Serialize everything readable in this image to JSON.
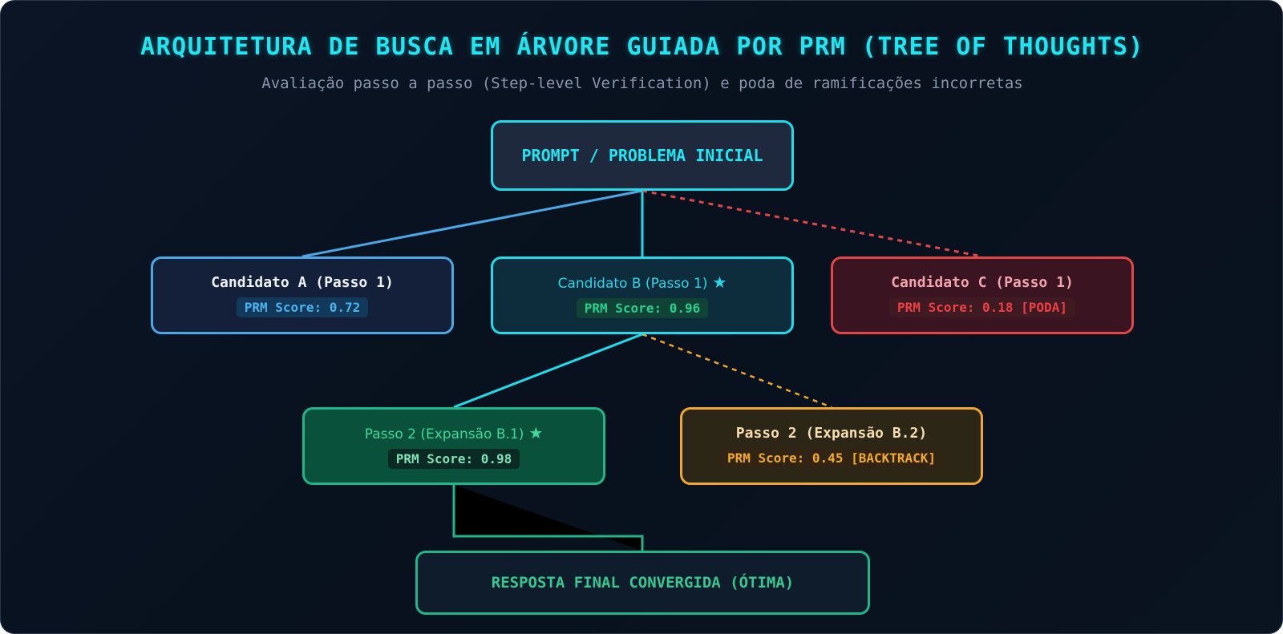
{
  "header": {
    "title": "ARQUITETURA DE BUSCA EM ÁRVORE GUIADA POR PRM (TREE OF THOUGHTS)",
    "subtitle": "Avaliação passo a passo (Step-level Verification) e poda de ramificações incorretas"
  },
  "nodes": {
    "root": {
      "label": "PROMPT / PROBLEMA INICIAL"
    },
    "candidate_a": {
      "label": "Candidato A (Passo 1)",
      "score": "PRM Score: 0.72"
    },
    "candidate_b": {
      "label": "Candidato B (Passo 1)",
      "star": "★",
      "score": "PRM Score: 0.96"
    },
    "candidate_c": {
      "label": "Candidato C (Passo 1)",
      "score": "PRM Score: 0.18 [PODA]"
    },
    "step2_b1": {
      "label": "Passo 2 (Expansão B.1)",
      "star": "★",
      "score": "PRM Score: 0.98"
    },
    "step2_b2": {
      "label": "Passo 2 (Expansão B.2)",
      "score": "PRM Score: 0.45 [BACKTRACK]"
    },
    "final": {
      "label": "RESPOSTA FINAL CONVERGIDA (ÓTIMA)"
    }
  },
  "colors": {
    "accent_cyan": "#1fdcea",
    "blue": "#4aa8e6",
    "red_pruned": "#e34646",
    "green_selected": "#1fb789",
    "amber_backtrack": "#f0a72c"
  }
}
